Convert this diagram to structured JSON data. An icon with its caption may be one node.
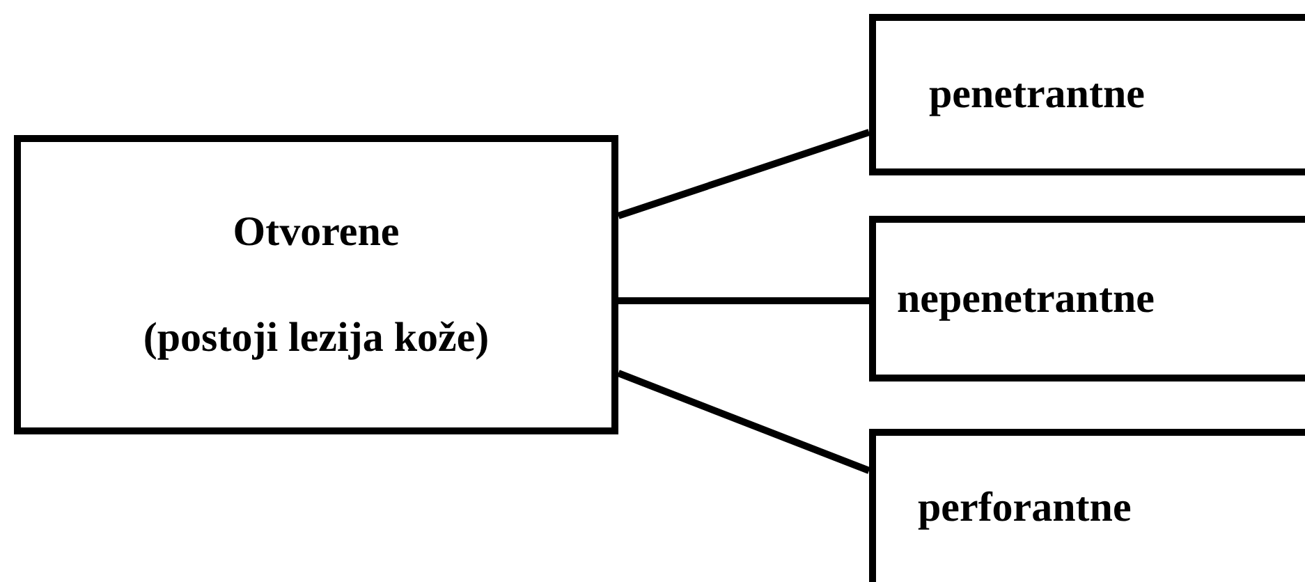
{
  "diagram": {
    "nodes": [
      {
        "text": [
          "Otvorene",
          "(postoji lezija kože)"
        ]
      },
      {
        "text": [
          "penetrantne"
        ]
      },
      {
        "text": [
          "nepenetrantne"
        ]
      },
      {
        "text": [
          "perforantne"
        ]
      }
    ],
    "edges": [
      {
        "from": 0,
        "to": 1,
        "arrow": "none"
      },
      {
        "from": 0,
        "to": 2,
        "arrow": "none"
      },
      {
        "from": 0,
        "to": 3,
        "arrow": "none"
      }
    ]
  }
}
